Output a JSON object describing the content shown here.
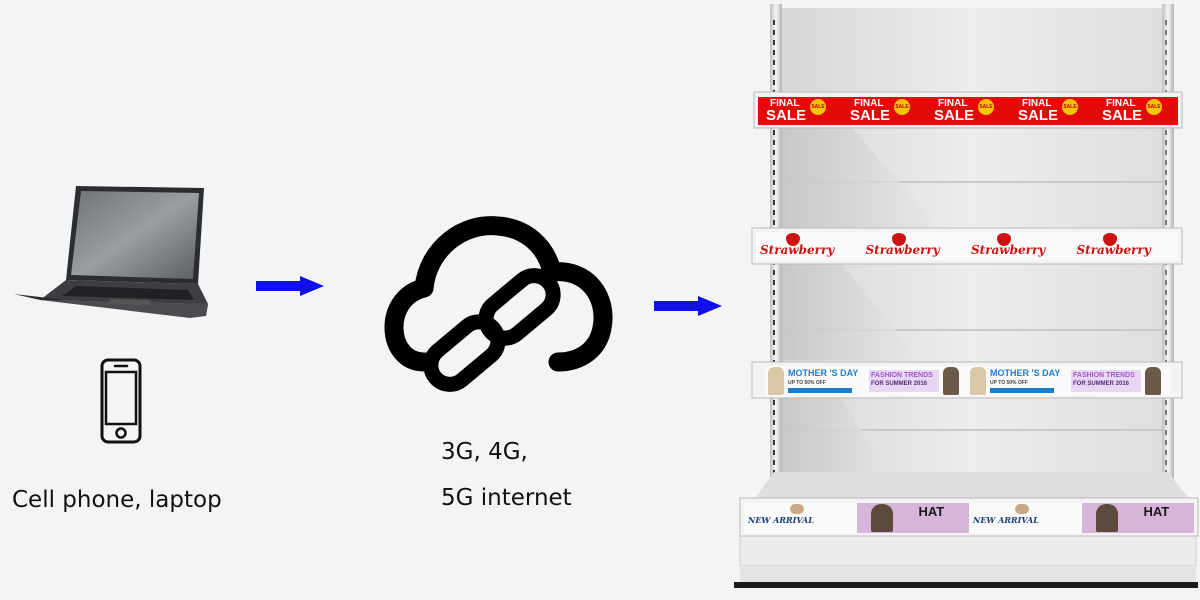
{
  "left_caption": "Cell phone, laptop",
  "middle_caption_line1": "3G, 4G,",
  "middle_caption_line2": "5G internet",
  "icons": {
    "laptop": "laptop-icon",
    "phone": "smartphone-icon",
    "cloud": "cloud-link-icon"
  },
  "arrow_color": "#1010ee",
  "shelf_displays": {
    "strip1": {
      "repeat": 5,
      "line1": "FINAL",
      "line2": "SALE",
      "badge": "SALE"
    },
    "strip2": {
      "repeat": 4,
      "text": "Strawberry"
    },
    "strip3": {
      "repeat": 2,
      "a_title": "MOTHER 'S DAY",
      "a_sub": "UP TO 50% OFF",
      "b_title": "FASHION TRENDS",
      "b_sub": "FOR SUMMER 2016"
    },
    "strip4": {
      "repeat": 2,
      "a_text": "NEW ARRIVAL",
      "b_text": "HAT"
    }
  },
  "colors": {
    "sale_red": "#e30a0a",
    "sale_badge": "#f7c400",
    "strawberry_red": "#cc1212",
    "mothers_blue": "#1a7fd0",
    "fashion_purple": "#a15ac8",
    "hat_lilac": "#d7b5da"
  }
}
